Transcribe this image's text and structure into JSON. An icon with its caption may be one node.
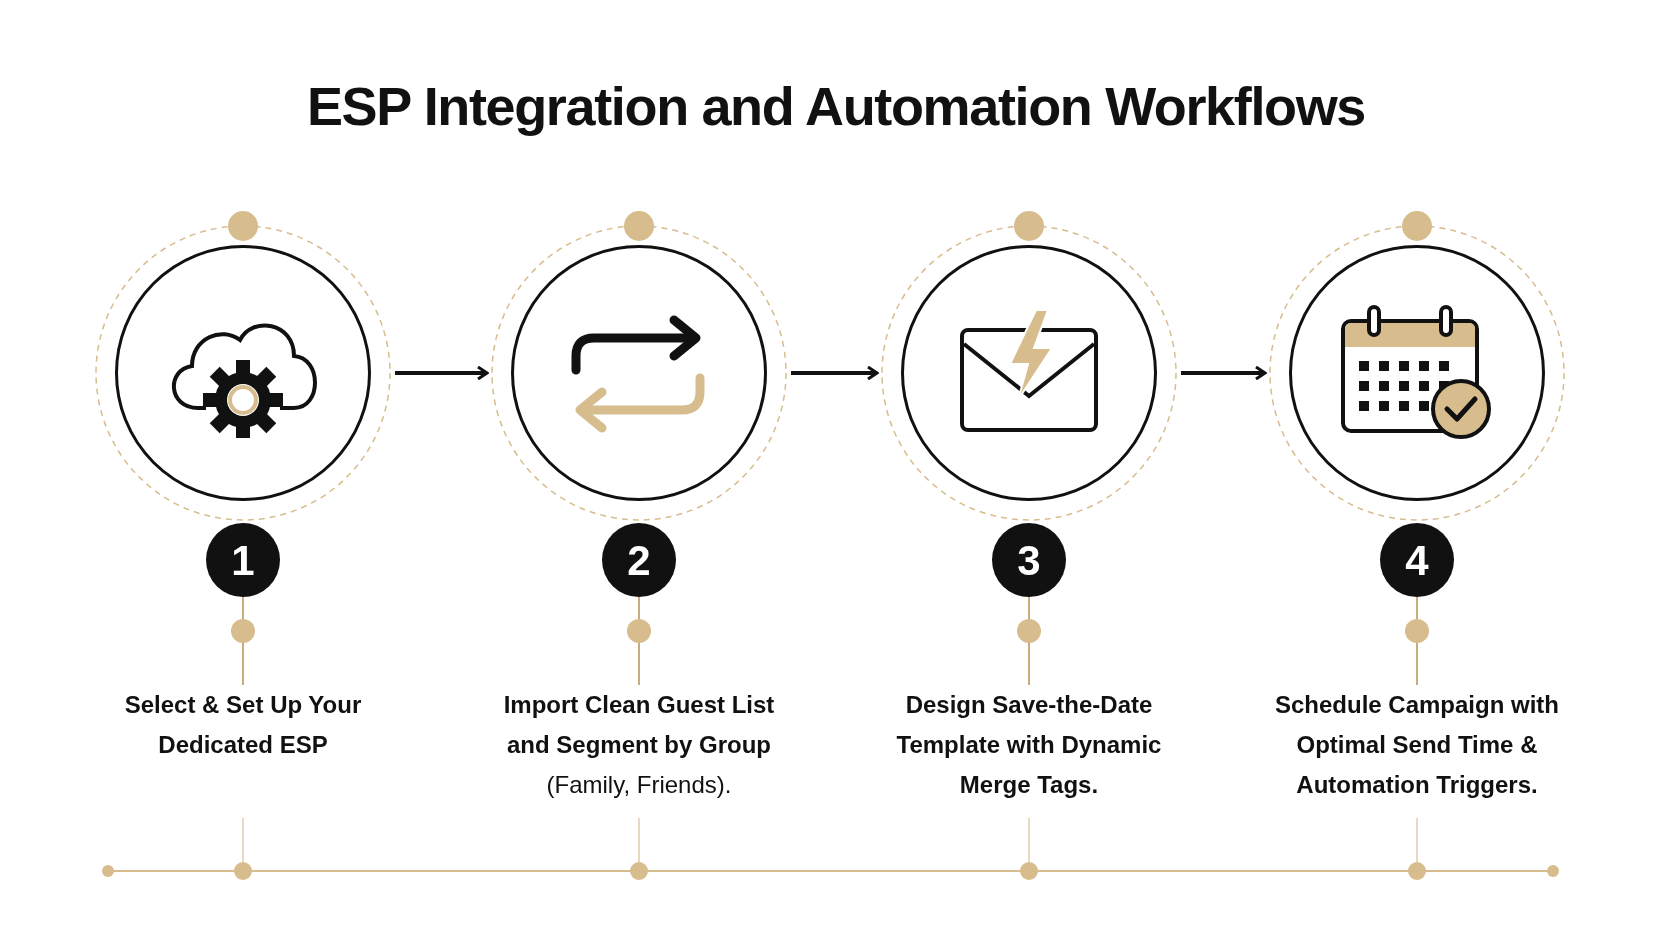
{
  "diagram": {
    "title": "ESP Integration and Automation Workflows",
    "nodes": [
      {
        "text": [],
        "shape": "circle"
      },
      {
        "text": [],
        "shape": "circle"
      },
      {
        "text": [],
        "shape": "circle"
      },
      {
        "text": [],
        "shape": "circle"
      },
      {
        "text": [
          "1"
        ]
      },
      {
        "text": [
          "2"
        ]
      },
      {
        "text": [
          "3"
        ]
      },
      {
        "text": [
          "4"
        ]
      },
      {
        "text": [
          "Select & Set Up Your Dedicated ESP"
        ]
      },
      {
        "text": [
          "Import Clean Guest List and Segment by Group",
          "(Family, Friends)."
        ]
      },
      {
        "text": [
          "Design Save-the-Date Template with Dynamic Merge Tags."
        ]
      },
      {
        "text": [
          "Schedule Campaign with Optimal Send Time & Automation Triggers."
        ]
      }
    ],
    "edges": [
      {
        "from": 0,
        "to": 1,
        "arrow": "to",
        "color": "#111111"
      },
      {
        "from": 1,
        "to": 2,
        "arrow": "to",
        "color": "#111111"
      },
      {
        "from": 2,
        "to": 3,
        "arrow": "to",
        "color": "#111111"
      },
      {
        "from": 4,
        "to": 8,
        "arrow": "none"
      },
      {
        "from": 5,
        "to": 9,
        "arrow": "none"
      },
      {
        "from": 6,
        "to": 10,
        "arrow": "none"
      },
      {
        "from": 7,
        "to": 11,
        "arrow": "none"
      }
    ]
  }
}
